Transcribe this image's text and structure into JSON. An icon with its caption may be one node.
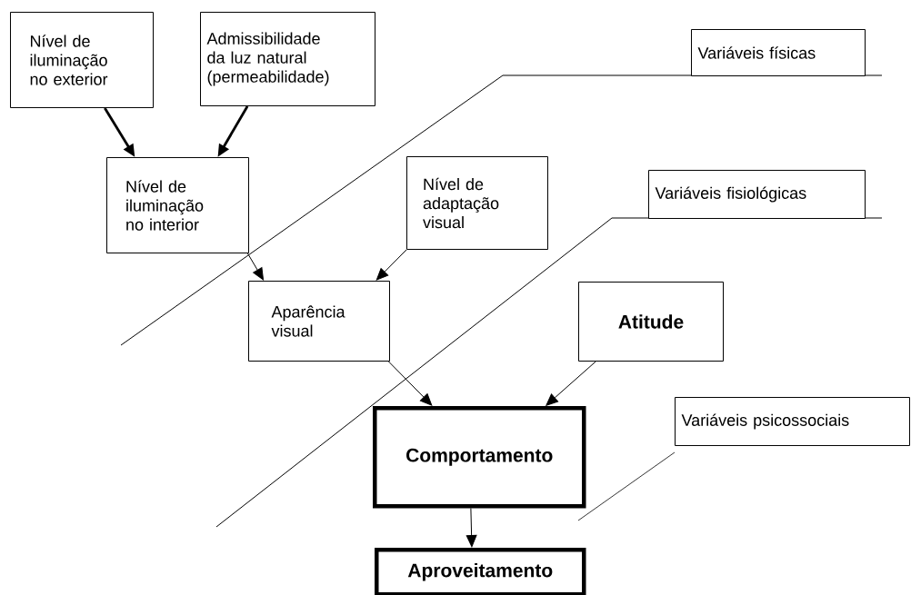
{
  "diagram": {
    "nodes": [
      {
        "text": [
          "Nível de iluminação no exterior"
        ]
      },
      {
        "text": [
          "Admissibilidade da luz natural (permeabilidade)"
        ]
      },
      {
        "text": [
          "Nível de iluminação no interior"
        ]
      },
      {
        "text": [
          "Nível de adaptação visual"
        ]
      },
      {
        "text": [
          "Variáveis físicas"
        ]
      },
      {
        "text": [
          "Variáveis fisiológicas"
        ]
      },
      {
        "text": [
          "Aparência visual"
        ]
      },
      {
        "text": [
          "Atitude"
        ]
      },
      {
        "text": [
          "Comportamento"
        ]
      },
      {
        "text": [
          "Variáveis psicossociais"
        ]
      },
      {
        "text": [
          "Aproveitamento"
        ]
      }
    ],
    "edges": [
      {
        "from": 0,
        "to": 2,
        "arrow": "to",
        "style": "thick"
      },
      {
        "from": 1,
        "to": 2,
        "arrow": "to",
        "style": "thick"
      },
      {
        "from": 2,
        "to": 6,
        "arrow": "to"
      },
      {
        "from": 3,
        "to": 6,
        "arrow": "to"
      },
      {
        "from": 6,
        "to": 8,
        "arrow": "to"
      },
      {
        "from": 7,
        "to": 8,
        "arrow": "to"
      },
      {
        "from": 8,
        "to": 10,
        "arrow": "to"
      }
    ]
  }
}
